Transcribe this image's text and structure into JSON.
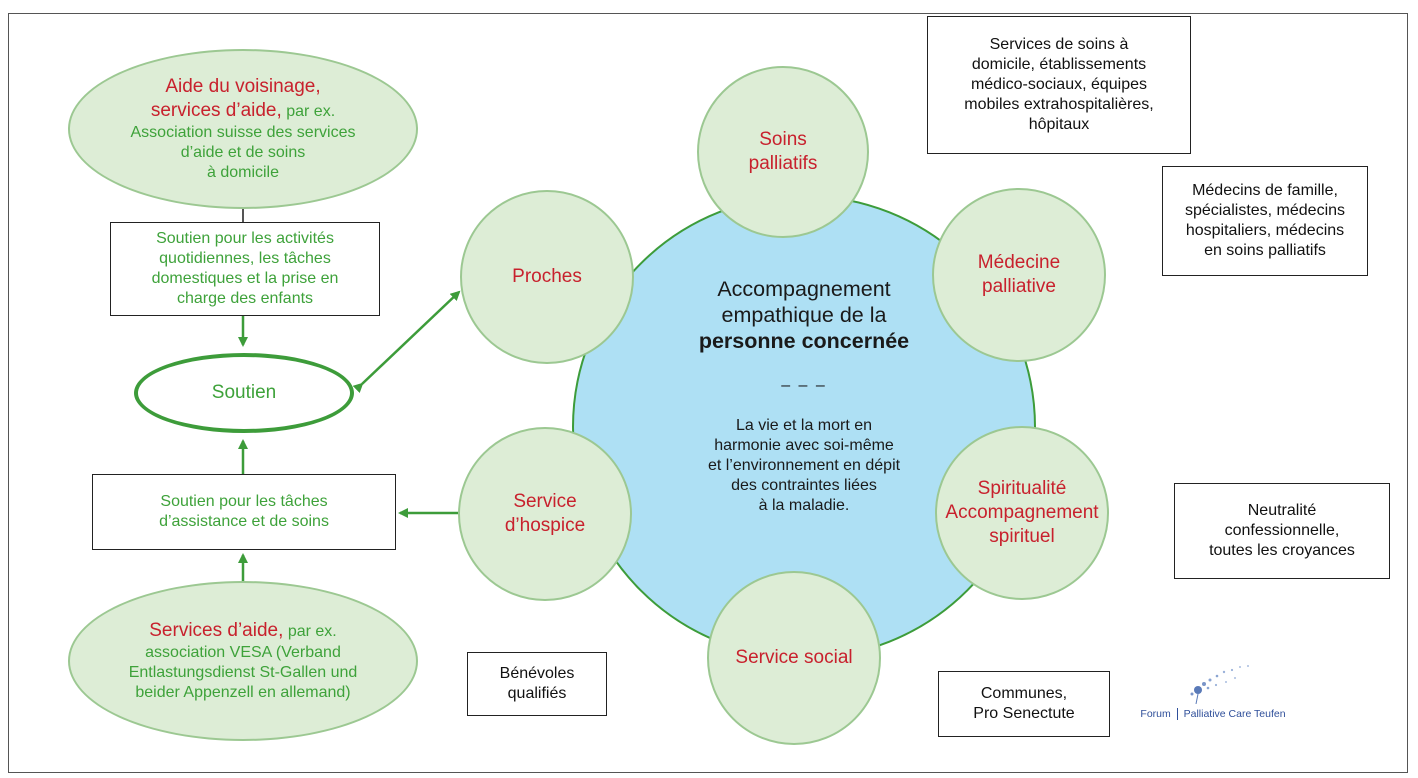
{
  "center": {
    "title_line1": "Accompagnement",
    "title_line2": "empathique de la",
    "title_line3_bold": "personne concernée",
    "separator": "– – –",
    "body_lines": [
      "La vie et la mort en",
      "harmonie avec soi-même",
      "et l’environnement en dépit",
      "des contraintes liées",
      "à la maladie."
    ]
  },
  "satellites": [
    {
      "id": "soins-palliatifs",
      "lines": [
        "Soins",
        "palliatifs"
      ]
    },
    {
      "id": "medecine-palliative",
      "lines": [
        "Médecine",
        "palliative"
      ]
    },
    {
      "id": "spiritualite",
      "lines": [
        "Spiritualité",
        "Accompagnement",
        "spirituel"
      ]
    },
    {
      "id": "service-social",
      "lines": [
        "Service social"
      ]
    },
    {
      "id": "service-hospice",
      "lines": [
        "Service",
        "d’hospice"
      ]
    },
    {
      "id": "proches",
      "lines": [
        "Proches"
      ]
    }
  ],
  "right_boxes": {
    "soins": [
      "Services de soins à",
      "domicile, établissements",
      "médico-sociaux, équipes",
      "mobiles extrahospitalières,",
      "hôpitaux"
    ],
    "medecins": [
      "Médecins de famille,",
      "spécialistes, médecins",
      "hospitaliers, médecins",
      "en soins palliatifs"
    ],
    "neutralite": [
      "Neutralité",
      "confessionnelle,",
      "toutes les croyances"
    ],
    "communes": [
      "Communes,",
      "Pro Senectute"
    ],
    "benevoles": [
      "Bénévoles",
      "qualifiés"
    ]
  },
  "left": {
    "top_ellipse": {
      "red_line1": "Aide du voisinage,",
      "red_line2": "services d’aide,",
      "green_suffix": "par ex.",
      "green_lines": [
        "Association suisse des services",
        "d’aide et de soins",
        "à domicile"
      ]
    },
    "box_top": [
      "Soutien pour les activités",
      "quotidiennes, les tâches",
      "domestiques et la prise en",
      "charge des enfants"
    ],
    "support": "Soutien",
    "box_bottom": [
      "Soutien pour les tâches",
      "d’assistance et de soins"
    ],
    "bottom_ellipse": {
      "red": "Services d’aide,",
      "green_suffix": "par ex.",
      "green_lines": [
        "association VESA (Verband",
        "Entlastungsdienst St-Gallen und",
        "beider Appenzell en allemand)"
      ]
    }
  },
  "logo": {
    "left": "Forum",
    "right": "Palliative Care Teufen"
  },
  "colors": {
    "red": "#c8212d",
    "green": "#3ea23a",
    "arrow": "#3d9c3a",
    "bubble_fill": "#ddedd6",
    "center_fill": "#aee0f4"
  }
}
